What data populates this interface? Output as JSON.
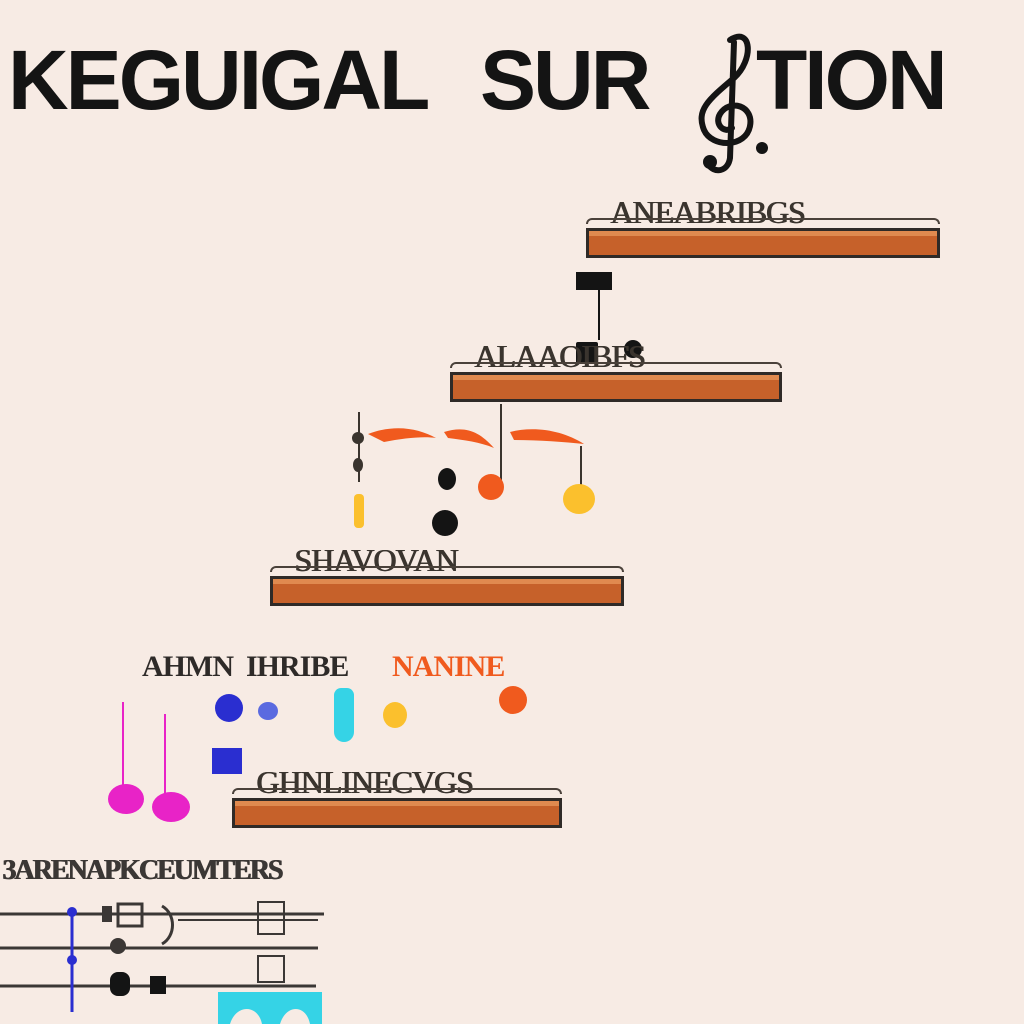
{
  "title": {
    "part1": "KEGUIGAL",
    "part2": "SUR",
    "part3": "TION"
  },
  "shelves": [
    {
      "label": "ANEABRIBGS"
    },
    {
      "label": "ALAAOIBFS"
    },
    {
      "label": "SHAVOVAN"
    },
    {
      "label": "GHNLINECVGS"
    }
  ],
  "notes": {
    "label1": "AHMN",
    "label2": "IHRIBE",
    "label3": "NANINE"
  },
  "footer": {
    "title": "3ARENAPKCEUMTERS"
  },
  "colors": {
    "background": "#f7ebe4",
    "plank": "#c6612a",
    "orange": "#f05a1e",
    "yellow": "#fbc02d",
    "blue": "#2a2ed0",
    "magenta": "#e823c7",
    "cyan": "#35d3e6"
  }
}
